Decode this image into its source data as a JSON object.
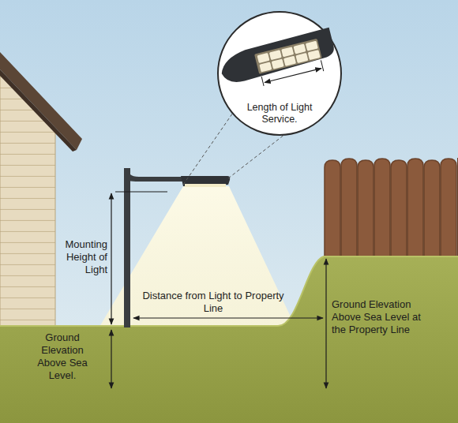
{
  "diagram": {
    "nodes": [
      {
        "text": [
          "Length of Light Service."
        ]
      }
    ],
    "labels": [
      "Mounting Height of Light",
      "Distance from Light to Property Line",
      "Ground Elevation Above Sea Level.",
      "Ground Elevation Above Sea Level at the Property Line"
    ]
  }
}
